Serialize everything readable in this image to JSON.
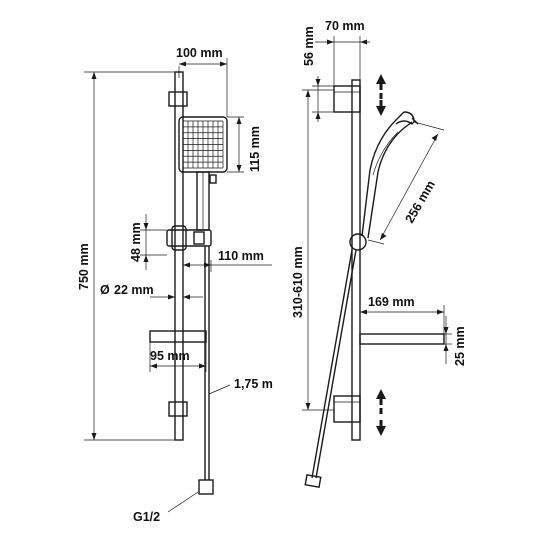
{
  "labels": {
    "width_100": "100 mm",
    "head_115": "115 mm",
    "total_750": "750 mm",
    "holder_48": "48 mm",
    "offset_110": "110 mm",
    "diameter_22": "22 mm",
    "diameter_symbol": "Ø",
    "soap_95": "95 mm",
    "hose_length": "1,75 m",
    "thread": "G1/2",
    "top_70": "70 mm",
    "top_56": "56 mm",
    "spray_256": "256 mm",
    "adjust_range": "310-610 mm",
    "soap_169": "169 mm",
    "soap_25": "25 mm"
  }
}
